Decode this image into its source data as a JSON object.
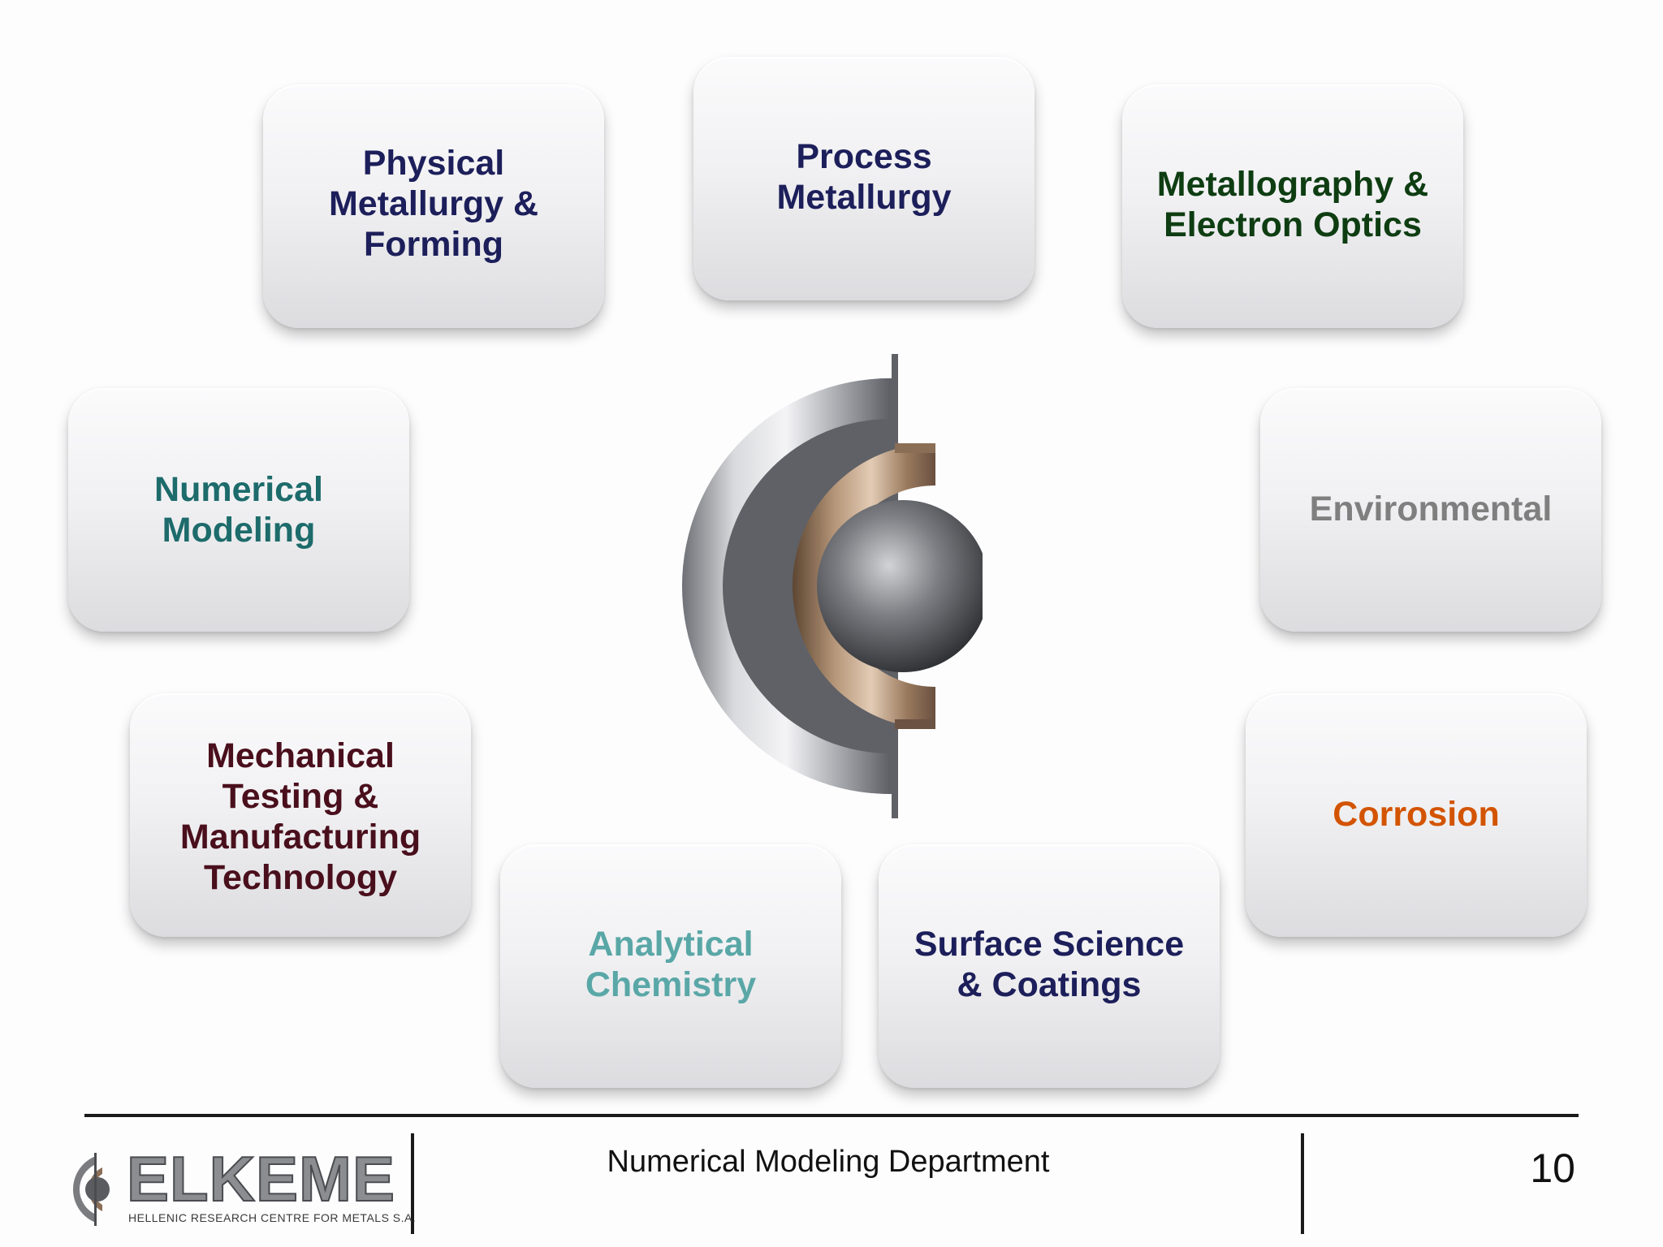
{
  "boxes": {
    "physical": {
      "label": "Physical\nMetallurgy &\nForming",
      "color": "#1c1f5a"
    },
    "process": {
      "label": "Process\nMetallurgy",
      "color": "#1c1f5a"
    },
    "metallography": {
      "label": "Metallography &\nElectron Optics",
      "color": "#0e3d12"
    },
    "numerical": {
      "label": "Numerical\nModeling",
      "color": "#1d6b6b"
    },
    "environmental": {
      "label": "Environmental",
      "color": "#7f7f7f"
    },
    "mechanical": {
      "label": "Mechanical\nTesting &\nManufacturing\nTechnology",
      "color": "#4a0f1c"
    },
    "corrosion": {
      "label": "Corrosion",
      "color": "#d35400"
    },
    "analytical": {
      "label": "Analytical\nChemistry",
      "color": "#5aa7a7"
    },
    "surface": {
      "label": "Surface Science\n& Coatings",
      "color": "#1c1f5a"
    }
  },
  "footer": {
    "logo_name": "ELKEME",
    "logo_subtitle": "HELLENIC RESEARCH CENTRE FOR METALS S.A.",
    "title": "Numerical Modeling Department",
    "page_number": "10"
  }
}
